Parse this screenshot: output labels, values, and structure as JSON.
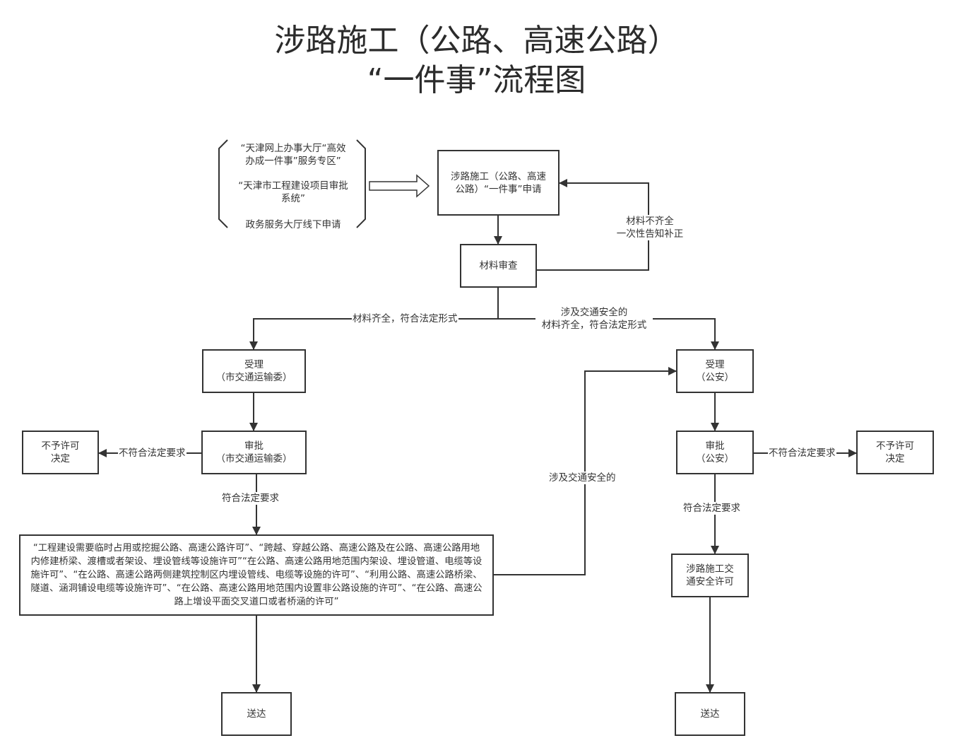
{
  "title": {
    "line1": "涉路施工（公路、高速公路）",
    "line2": "“一件事”流程图"
  },
  "sources": {
    "channel_1": "“天津网上办事大厅“高效\n办成一件事”服务专区”",
    "channel_2": "“天津市工程建设项目审批\n系统”",
    "channel_3": "政务服务大厅线下申请"
  },
  "nodes": {
    "application": "涉路施工（公路、高速\n公路）“一件事”申请",
    "material_review": "材料审查",
    "accept_transport": "受理\n（市交通运输委）",
    "approve_transport": "审批\n（市交通运输委）",
    "reject_transport": "不予许可\n决定",
    "permits": "“工程建设需要临时占用或挖掘公路、高速公路许可”、“跨越、穿越公路、高速公路及在公路、高速公路用地内修建桥梁、渡槽或者架设、埋设管线等设施许可”“在公路、高速公路用地范围内架设、埋设管道、电缆等设施许可”、“在公路、高速公路两侧建筑控制区内埋设管线、电缆等设施的许可”、“利用公路、高速公路桥梁、隧道、涵洞铺设电缆等设施许可”、“在公路、高速公路用地范围内设置非公路设施的许可”、“在公路、高速公路上增设平面交叉道口或者桥涵的许可”",
    "deliver_transport": "送达",
    "accept_police": "受理\n（公安）",
    "approve_police": "审批\n（公安）",
    "reject_police": "不予许可\n决定",
    "traffic_permit": "涉路施工交\n通安全许可",
    "deliver_police": "送达"
  },
  "edge_labels": {
    "incomplete": "材料不齐全\n一次性告知补正",
    "complete_transport": "材料齐全，符合法定形式",
    "complete_police": "涉及交通安全的\n材料齐全，符合法定形式",
    "not_compliant_transport": "不符合法定要求",
    "compliant_transport": "符合法定要求",
    "traffic_safety": "涉及交通安全的",
    "not_compliant_police": "不符合法定要求",
    "compliant_police": "符合法定要求"
  },
  "colors": {
    "stroke": "#333333",
    "text": "#333333",
    "background": "#ffffff"
  }
}
